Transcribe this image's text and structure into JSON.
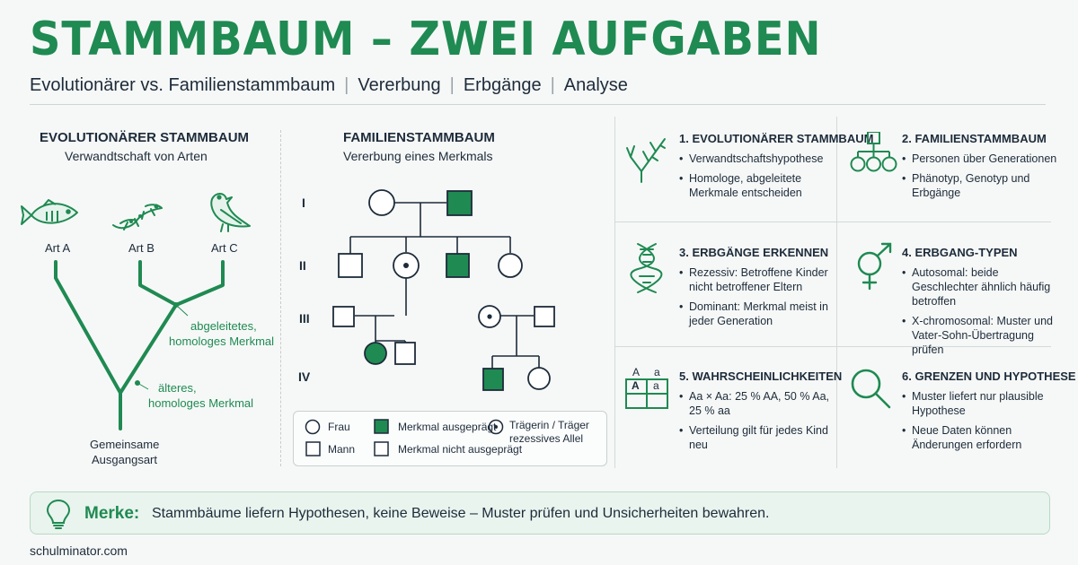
{
  "title": "STAMMBAUM – ZWEI AUFGABEN",
  "subtitle": {
    "items": [
      "Evolutionärer vs. Familienstammbaum",
      "Vererbung",
      "Erbgänge",
      "Analyse"
    ]
  },
  "evolution": {
    "title": "EVOLUTIONÄRER STAMMBAUM",
    "subtitle": "Verwandtschaft von Arten",
    "species": [
      "Art A",
      "Art B",
      "Art C"
    ],
    "label_derived_1": "abgeleitetes,",
    "label_derived_2": "homologes Merkmal",
    "label_older_1": "älteres,",
    "label_older_2": "homologes Merkmal",
    "root_1": "Gemeinsame",
    "root_2": "Ausgangsart"
  },
  "family": {
    "title": "FAMILIENSTAMMBAUM",
    "subtitle": "Vererbung eines Merkmals",
    "generations": [
      "I",
      "II",
      "III",
      "IV"
    ],
    "legend": {
      "female": "Frau",
      "male": "Mann",
      "affected": "Merkmal ausgeprägt",
      "unaffected": "Merkmal nicht ausgeprägt",
      "carrier_1": "Trägerin / Träger",
      "carrier_2": "rezessives Allel"
    }
  },
  "cards": [
    {
      "icon": "branching-tree-icon",
      "title": "1. EVOLUTIONÄRER STAMMBAUM",
      "bullets": [
        "Verwandtschaftshypothese",
        "Homologe, abgeleitete Merkmale entscheiden"
      ]
    },
    {
      "icon": "family-tree-icon",
      "title": "2. FAMILIENSTAMMBAUM",
      "bullets": [
        "Personen über Generationen",
        "Phänotyp, Genotyp und Erbgänge"
      ]
    },
    {
      "icon": "dna-icon",
      "title": "3. ERBGÄNGE ERKENNEN",
      "bullets": [
        "Rezessiv: Betroffene Kinder nicht betroffener Eltern",
        "Dominant: Merkmal meist in jeder Generation"
      ]
    },
    {
      "icon": "gender-symbols-icon",
      "title": "4. ERBGANG-TYPEN",
      "bullets": [
        "Autosomal: beide Geschlechter ähnlich häufig betroffen",
        "X-chromosomal: Muster und Vater-Sohn-Übertragung prüfen"
      ]
    },
    {
      "icon": "punnett-square-icon",
      "title": "5. WAHRSCHEINLICHKEITEN",
      "bullets": [
        "Aa × Aa: 25 % AA, 50 % Aa, 25 % aa",
        "Verteilung gilt für jedes Kind neu"
      ]
    },
    {
      "icon": "magnifier-icon",
      "title": "6. GRENZEN UND HYPOTHESE",
      "bullets": [
        "Muster liefert nur plausible Hypothese",
        "Neue Daten können Änderungen erfordern"
      ]
    }
  ],
  "punnett": {
    "top_a": "A",
    "top_b": "a",
    "cell_a": "A",
    "cell_b": "a"
  },
  "merke": {
    "label": "Merke:",
    "text": "Stammbäume liefern Hypothesen, keine Beweise – Muster prüfen und Unsicherheiten bewahren."
  },
  "footer": "schulminator.com",
  "colors": {
    "accent": "#1f8a52",
    "text": "#1d2b3a",
    "background": "#f6f8f7"
  }
}
